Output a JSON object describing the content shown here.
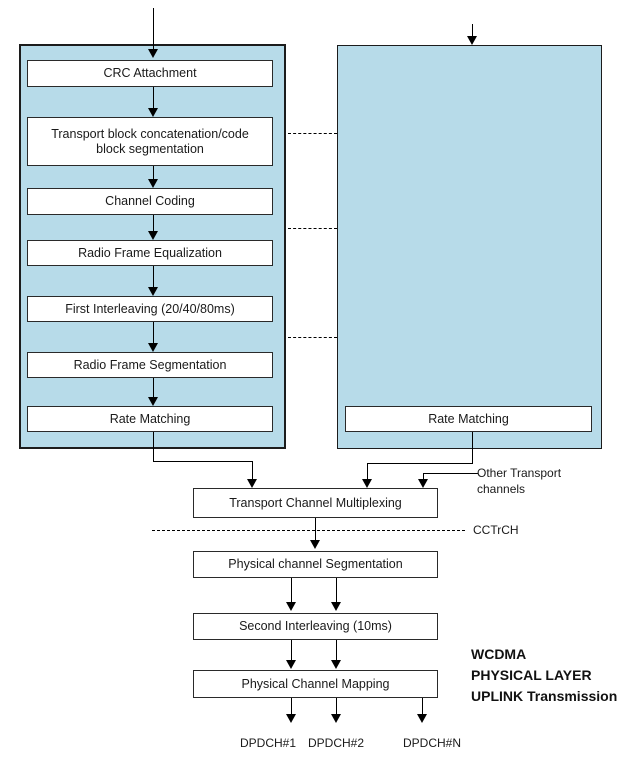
{
  "title": "WCDMA physical layer uplink transmission block diagram",
  "colors": {
    "container_fill": "#b7dbe9",
    "box_fill": "#ffffff",
    "line": "#000000",
    "text": "#1a1a1a"
  },
  "left_chain": {
    "boxes": {
      "crc": "CRC Attachment",
      "tb_concat": "Transport block concatenation/code\nblock segmentation",
      "coding": "Channel Coding",
      "rf_equalization": "Radio Frame Equalization",
      "first_interleaving": "First Interleaving (20/40/80ms)",
      "rf_segmentation": "Radio Frame Segmentation",
      "rate_matching": "Rate Matching"
    }
  },
  "right_chain": {
    "boxes": {
      "rate_matching": "Rate Matching"
    }
  },
  "bottom_chain": {
    "boxes": {
      "tc_multiplexing": "Transport Channel Multiplexing",
      "pc_segmentation": "Physical channel Segmentation",
      "second_interleaving": "Second Interleaving (10ms)",
      "pc_mapping": "Physical Channel Mapping"
    }
  },
  "labels": {
    "other_transport": "Other Transport\nchannels",
    "cctrch": "CCTrCH",
    "annotation": "WCDMA\nPHYSICAL LAYER\nUPLINK Transmission",
    "outputs": [
      "DPDCH#1",
      "DPDCH#2",
      "DPDCH#N"
    ]
  }
}
